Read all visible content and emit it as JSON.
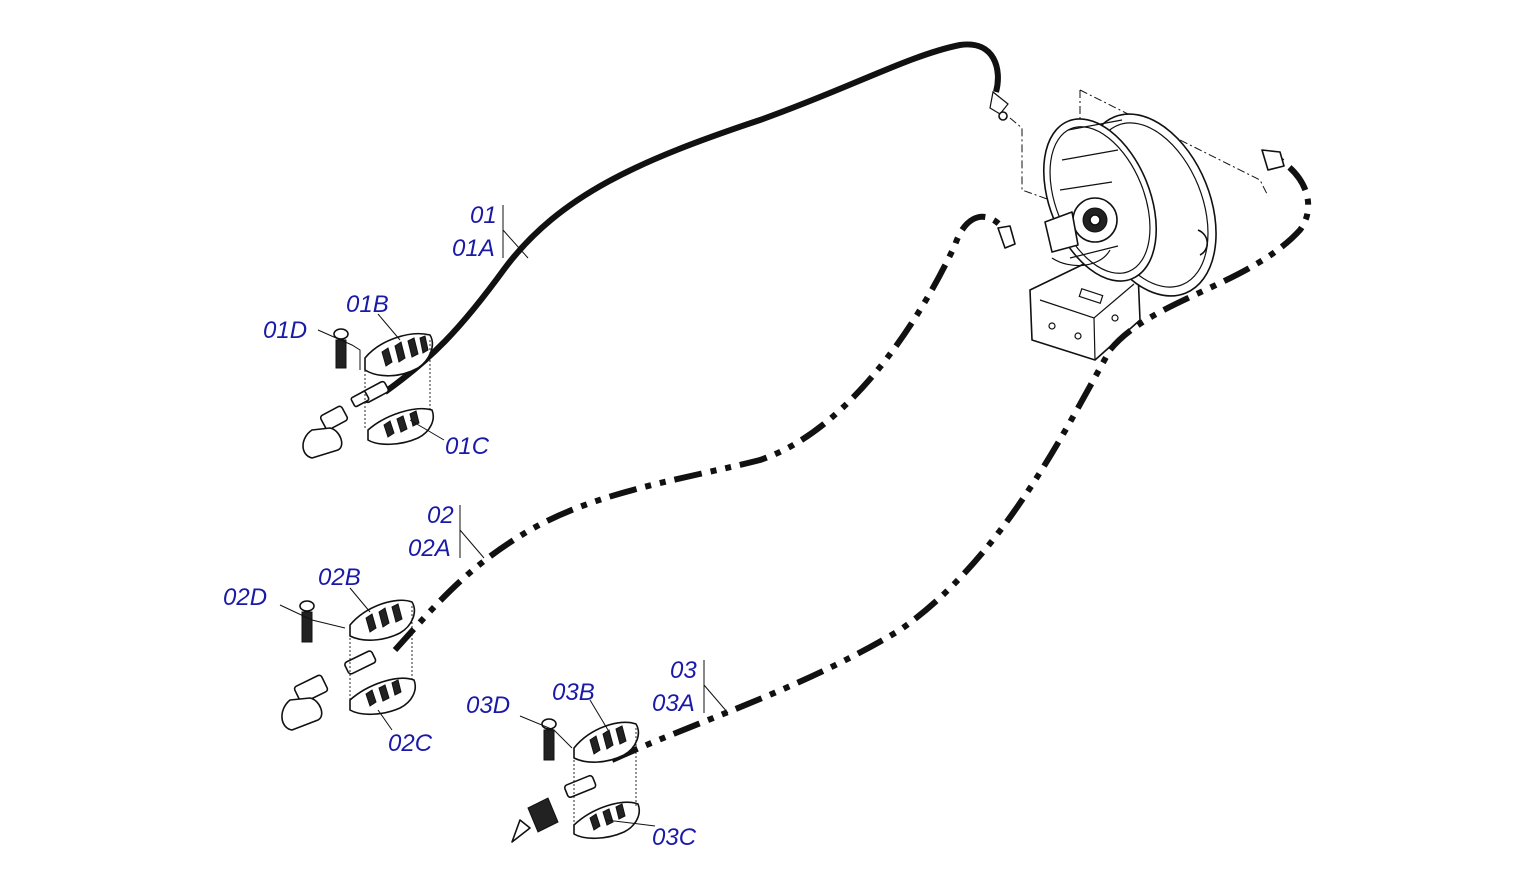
{
  "callouts": {
    "hose1": {
      "main": "01",
      "sub": "01A"
    },
    "hose2": {
      "main": "02",
      "sub": "02A"
    },
    "hose3": {
      "main": "03",
      "sub": "03A"
    },
    "p01B": "01B",
    "p01C": "01C",
    "p01D": "01D",
    "p02B": "02B",
    "p02C": "02C",
    "p02D": "02D",
    "p03B": "03B",
    "p03C": "03C",
    "p03D": "03D"
  },
  "colors": {
    "callout_text": "#1a1aa8",
    "line_art": "#111111",
    "background": "#ffffff"
  },
  "icons": {
    "reel": "hose-reel-assembly",
    "grip": "hose-grip-sleeve",
    "screw": "screw",
    "coupler": "quick-coupler"
  }
}
